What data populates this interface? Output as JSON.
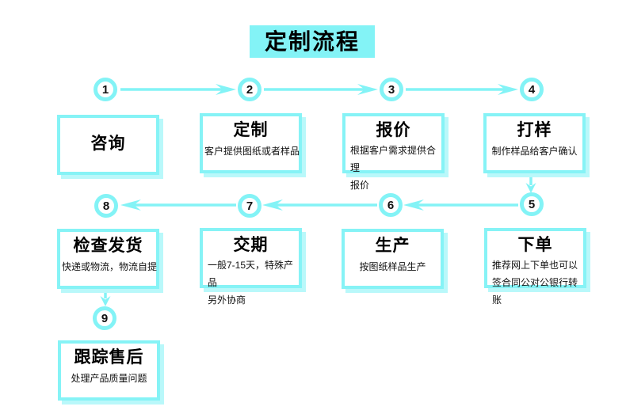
{
  "title": "定制流程",
  "colors": {
    "accent_cyan": "#83f3f6",
    "accent_cyan_light": "#b9f8fa",
    "text_black": "#000000",
    "background": "#ffffff"
  },
  "steps": [
    {
      "num": "1",
      "title": "咨询",
      "desc": ""
    },
    {
      "num": "2",
      "title": "定制",
      "desc": "客户提供图纸或者样品"
    },
    {
      "num": "3",
      "title": "报价",
      "desc": "根据客户需求提供合理\n报价"
    },
    {
      "num": "4",
      "title": "打样",
      "desc": "制作样品给客户确认"
    },
    {
      "num": "5",
      "title": "下单",
      "desc": "推荐网上下单也可以\n签合同公对公银行转账"
    },
    {
      "num": "6",
      "title": "生产",
      "desc": "按图纸样品生产"
    },
    {
      "num": "7",
      "title": "交期",
      "desc": "一般7-15天，特殊产品\n另外协商"
    },
    {
      "num": "8",
      "title": "检查发货",
      "desc": "快递或物流，物流自提"
    },
    {
      "num": "9",
      "title": "跟踪售后",
      "desc": "处理产品质量问题"
    }
  ]
}
